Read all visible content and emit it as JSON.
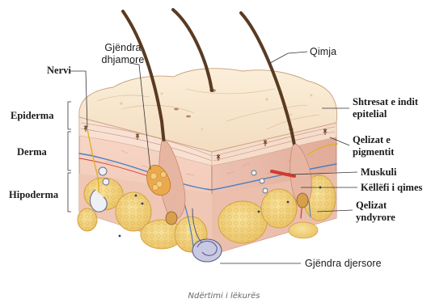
{
  "labels": {
    "hair": "Qimja",
    "nerve": "Nervi",
    "sebaceous_gland": "Gjëndra dhjamore",
    "epidermis": "Epiderma",
    "dermis": "Derma",
    "hypodermis": "Hipoderma",
    "epithelial_layers": "Shtresat e indit epitelial",
    "pigment_cells": "Qelizat e pigmentit",
    "muscle": "Muskuli",
    "hair_follicle": "Këllëfi i qimes",
    "fat_cells": "Qelizat yndyrore",
    "sweat_gland": "Gjëndra djersore"
  },
  "caption": "Ndërtimi i lëkurës",
  "colors": {
    "epidermis_top": "#f6e4c9",
    "dermis": "#f3c7b8",
    "fat": "#f1d37e",
    "fat_outline": "#d9a941",
    "hair": "#5a3b22",
    "nerve": "#e0b02a",
    "vessel_blue": "#4a7ec2",
    "vessel_red": "#d23a30"
  }
}
